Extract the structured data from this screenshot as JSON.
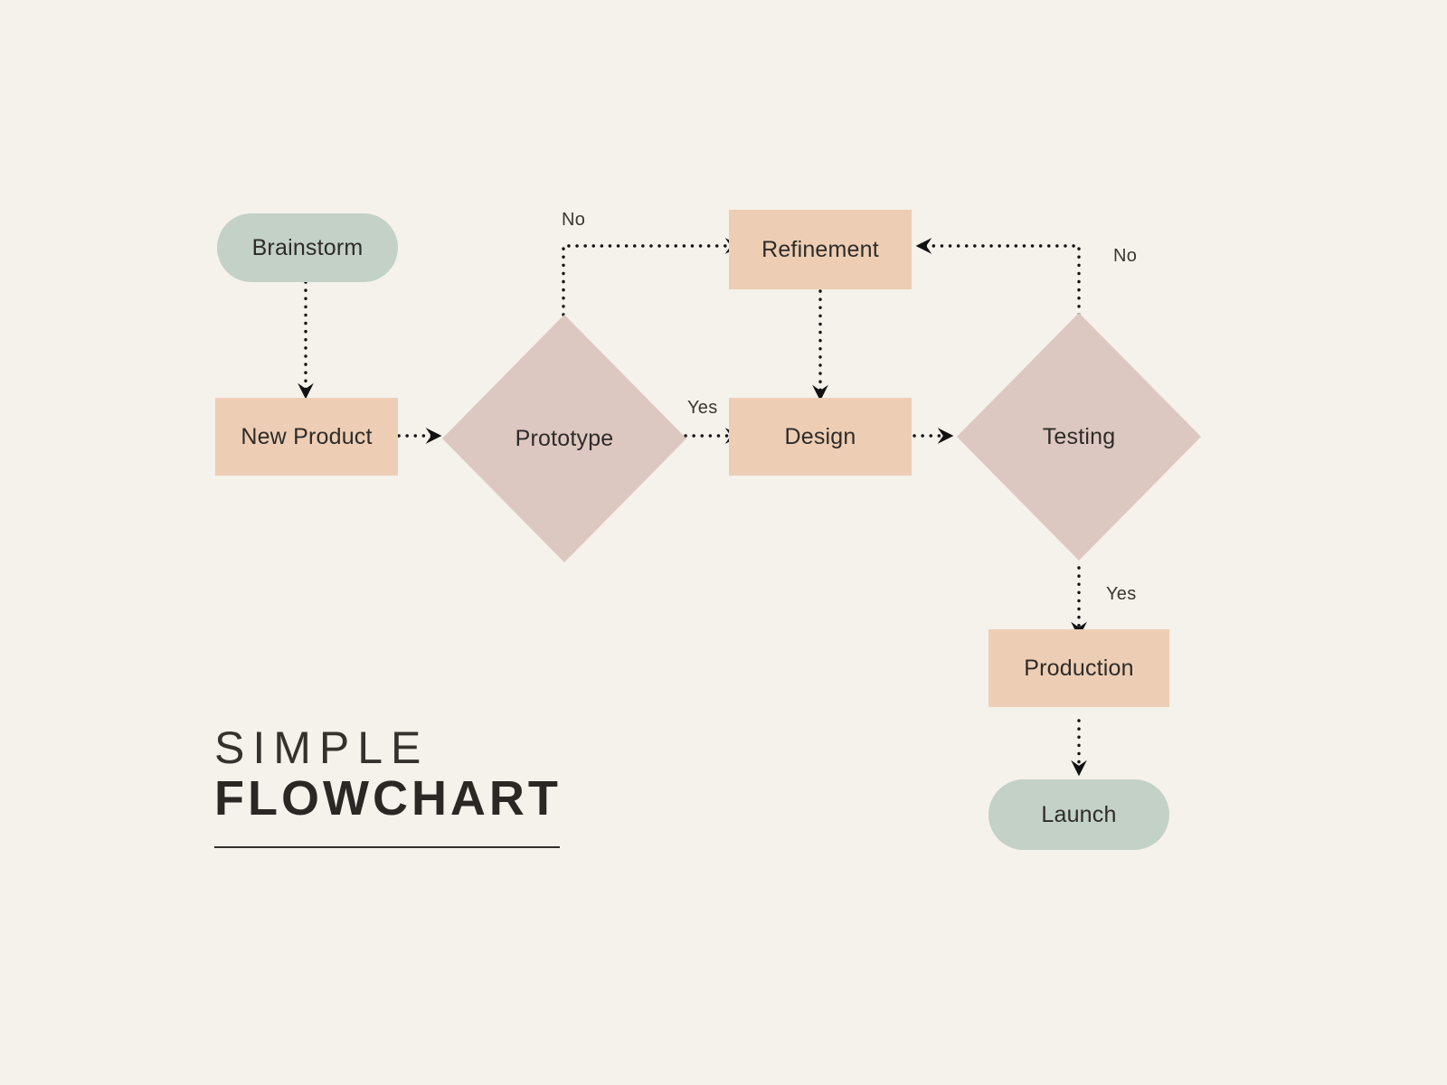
{
  "meta": {
    "background_color": "#F5F1EB",
    "text_color": "#2E2B28",
    "terminal_color": "#C3D1C7",
    "process_color": "#EDCEB5",
    "decision_color": "#DDC8C1",
    "connector_color": "#1A1A1A"
  },
  "title": {
    "line1": "SIMPLE",
    "line2": "FLOWCHART"
  },
  "chart_data": {
    "type": "diagram",
    "diagram_type": "flowchart",
    "title": "SIMPLE FLOWCHART",
    "nodes": [
      {
        "id": "brainstorm",
        "label": "Brainstorm",
        "shape": "terminal",
        "color": "#C3D1C7"
      },
      {
        "id": "new-product",
        "label": "New Product",
        "shape": "process",
        "color": "#EDCEB5"
      },
      {
        "id": "prototype",
        "label": "Prototype",
        "shape": "decision",
        "color": "#DDC8C1"
      },
      {
        "id": "refinement",
        "label": "Refinement",
        "shape": "process",
        "color": "#EDCEB5"
      },
      {
        "id": "design",
        "label": "Design",
        "shape": "process",
        "color": "#EDCEB5"
      },
      {
        "id": "testing",
        "label": "Testing",
        "shape": "decision",
        "color": "#DDC8C1"
      },
      {
        "id": "production",
        "label": "Production",
        "shape": "process",
        "color": "#EDCEB5"
      },
      {
        "id": "launch",
        "label": "Launch",
        "shape": "terminal",
        "color": "#C3D1C7"
      }
    ],
    "edges": [
      {
        "from": "brainstorm",
        "to": "new-product",
        "label": "",
        "style": "dotted"
      },
      {
        "from": "new-product",
        "to": "prototype",
        "label": "",
        "style": "dotted"
      },
      {
        "from": "prototype",
        "to": "refinement",
        "label": "No",
        "style": "dotted"
      },
      {
        "from": "prototype",
        "to": "design",
        "label": "Yes",
        "style": "dotted"
      },
      {
        "from": "refinement",
        "to": "design",
        "label": "",
        "style": "dotted"
      },
      {
        "from": "design",
        "to": "testing",
        "label": "",
        "style": "dotted"
      },
      {
        "from": "testing",
        "to": "refinement",
        "label": "No",
        "style": "dotted"
      },
      {
        "from": "testing",
        "to": "production",
        "label": "Yes",
        "style": "dotted"
      },
      {
        "from": "production",
        "to": "launch",
        "label": "",
        "style": "dotted"
      }
    ]
  },
  "nodes": {
    "brainstorm": {
      "label": "Brainstorm"
    },
    "new_product": {
      "label": "New Product"
    },
    "prototype": {
      "label": "Prototype"
    },
    "refinement": {
      "label": "Refinement"
    },
    "design": {
      "label": "Design"
    },
    "testing": {
      "label": "Testing"
    },
    "production": {
      "label": "Production"
    },
    "launch": {
      "label": "Launch"
    }
  },
  "edge_labels": {
    "prototype_no": "No",
    "prototype_yes": "Yes",
    "testing_no": "No",
    "testing_yes": "Yes"
  }
}
